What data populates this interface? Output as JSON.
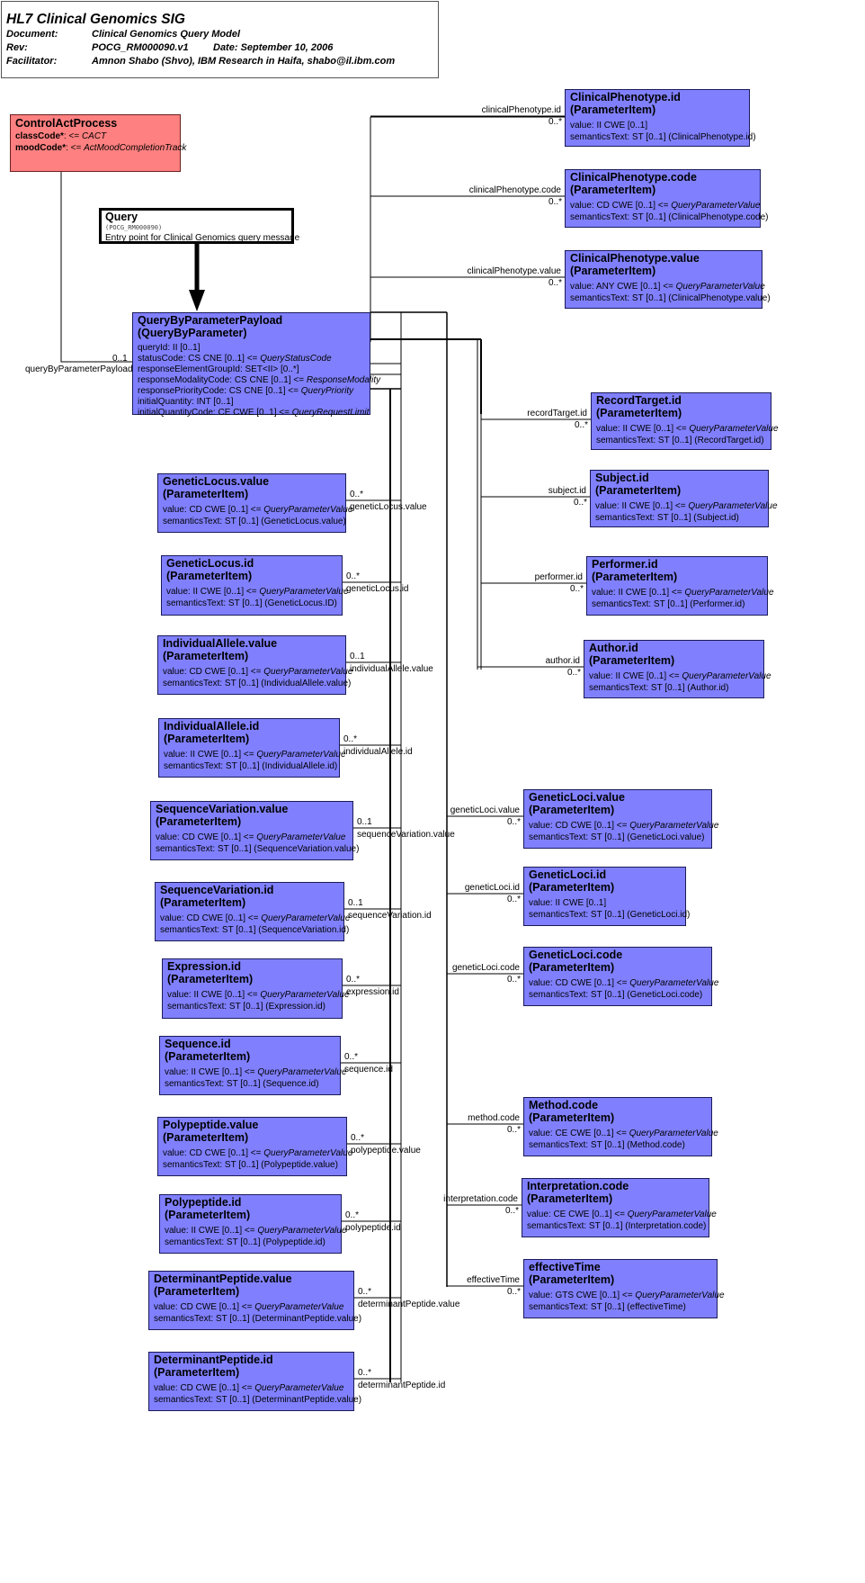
{
  "header": {
    "title": "HL7 Clinical Genomics SIG",
    "rows": [
      {
        "key": "Document:",
        "value": "Clinical Genomics Query Model",
        "key2": "",
        "value2": ""
      },
      {
        "key": "Rev:",
        "value": "POCG_RM000090.v1",
        "key2": "Date:",
        "value2": "September 10, 2006"
      },
      {
        "key": "Facilitator:",
        "value": "Amnon Shabo (Shvo),  IBM Research in Haifa,  shabo@il.ibm.com",
        "key2": "",
        "value2": ""
      }
    ]
  },
  "control_act": {
    "title": "ControlActProcess",
    "attrs": [
      {
        "name": "classCode*",
        "op": ": <= ",
        "value": "CACT"
      },
      {
        "name": "moodCode*",
        "op": ": <= ",
        "value": "ActMoodCompletionTrack"
      }
    ]
  },
  "query": {
    "title": "Query",
    "code": "(POCG_RM000090)",
    "desc": "Entry point for Clinical Genomics query message"
  },
  "payload": {
    "title1": "QueryByParameterPayload",
    "title2": "(QueryByParameter)",
    "attrs": [
      {
        "t": "queryId: II [0..1]",
        "i": ""
      },
      {
        "t": "statusCode: CS CNE [0..1] <= ",
        "i": "QueryStatusCode"
      },
      {
        "t": "responseElementGroupId: SET<II> [0..*]",
        "i": ""
      },
      {
        "t": "responseModalityCode: CS CNE [0..1] <= ",
        "i": "ResponseModality"
      },
      {
        "t": "responsePriorityCode: CS CNE [0..1] <= ",
        "i": "QueryPriority"
      },
      {
        "t": "initialQuantity: INT [0..1]",
        "i": ""
      },
      {
        "t": "initialQuantityCode: CE CWE [0..1] <= ",
        "i": "QueryRequestLimit"
      }
    ],
    "assoc_label": "queryByParameterPayload",
    "assoc_mult": "0..1"
  },
  "param_items": [
    {
      "id": "clinicalphenotype-id",
      "l": 628,
      "t": 99,
      "w": 206,
      "h": 64,
      "title1": "ClinicalPhenotype.id",
      "title2": "(ParameterItem)",
      "a1": "value: II CWE [0..1]",
      "a1i": "",
      "a2": "semanticsText: ST [0..1] (ClinicalPhenotype.id)",
      "role": "clinicalPhenotype.id",
      "mult": "0..*",
      "side": "right"
    },
    {
      "id": "clinicalphenotype-code",
      "l": 628,
      "t": 188,
      "w": 218,
      "h": 65,
      "title1": "ClinicalPhenotype.code",
      "title2": "(ParameterItem)",
      "a1": "value: CD CWE [0..1] <= ",
      "a1i": "QueryParameterValue",
      "a2": "semanticsText: ST [0..1] (ClinicalPhenotype.code)",
      "role": "clinicalPhenotype.code",
      "mult": "0..*",
      "side": "right"
    },
    {
      "id": "clinicalphenotype-value",
      "l": 628,
      "t": 278,
      "w": 220,
      "h": 65,
      "title1": "ClinicalPhenotype.value",
      "title2": "(ParameterItem)",
      "a1": "value: ANY CWE [0..1] <= ",
      "a1i": "QueryParameterValue",
      "a2": "semanticsText: ST [0..1] (ClinicalPhenotype.value)",
      "role": "clinicalPhenotype.value",
      "mult": "0..*",
      "side": "right"
    },
    {
      "id": "recordtarget-id",
      "l": 657,
      "t": 436,
      "w": 201,
      "h": 64,
      "title1": "RecordTarget.id",
      "title2": "(ParameterItem)",
      "a1": "value: II CWE [0..1] <= ",
      "a1i": "QueryParameterValue",
      "a2": "semanticsText: ST [0..1] (RecordTarget.id)",
      "role": "recordTarget.id",
      "mult": "0..*",
      "side": "right"
    },
    {
      "id": "subject-id",
      "l": 656,
      "t": 522,
      "w": 199,
      "h": 64,
      "title1": "Subject.id",
      "title2": "(ParameterItem)",
      "a1": "value: II CWE [0..1] <= ",
      "a1i": "QueryParameterValue",
      "a2": "semanticsText: ST [0..1] (Subject.id)",
      "role": "subject.id",
      "mult": "0..*",
      "side": "right"
    },
    {
      "id": "performer-id",
      "l": 652,
      "t": 618,
      "w": 202,
      "h": 66,
      "title1": "Performer.id",
      "title2": "(ParameterItem)",
      "a1": "value: II CWE [0..1] <= ",
      "a1i": "QueryParameterValue",
      "a2": "semanticsText: ST [0..1] (Performer.id)",
      "role": "performer.id",
      "mult": "0..*",
      "side": "right"
    },
    {
      "id": "author-id",
      "l": 649,
      "t": 711,
      "w": 201,
      "h": 65,
      "title1": "Author.id",
      "title2": "(ParameterItem)",
      "a1": "value: II CWE [0..1] <= ",
      "a1i": "QueryParameterValue",
      "a2": "semanticsText: ST [0..1] (Author.id)",
      "role": "author.id",
      "mult": "0..*",
      "side": "right"
    },
    {
      "id": "geneticlocus-value",
      "l": 175,
      "t": 526,
      "w": 210,
      "h": 66,
      "title1": "GeneticLocus.value",
      "title2": "(ParameterItem)",
      "a1": "value: CD CWE [0..1] <= ",
      "a1i": "QueryParameterValue",
      "a2": "semanticsText: ST [0..1] (GeneticLocus.value)",
      "role": "geneticLocus.value",
      "mult": "0..*",
      "side": "left"
    },
    {
      "id": "geneticlocus-id",
      "l": 179,
      "t": 617,
      "w": 202,
      "h": 67,
      "title1": "GeneticLocus.id",
      "title2": "(ParameterItem)",
      "a1": "value: II CWE [0..1] <= ",
      "a1i": "QueryParameterValue",
      "a2": "semanticsText: ST [0..1] (GeneticLocus.ID)",
      "role": "geneticLocus.id",
      "mult": "0..*",
      "side": "left"
    },
    {
      "id": "individualallele-value",
      "l": 175,
      "t": 706,
      "w": 210,
      "h": 66,
      "title1": "IndividualAllele.value",
      "title2": "(ParameterItem)",
      "a1": "value: CD CWE [0..1] <= ",
      "a1i": "QueryParameterValue",
      "a2": "semanticsText: ST [0..1] (IndividualAllele.value)",
      "role": "individualAllele.value",
      "mult": "0..1",
      "side": "left"
    },
    {
      "id": "individualallele-id",
      "l": 176,
      "t": 798,
      "w": 202,
      "h": 66,
      "title1": "IndividualAllele.id",
      "title2": "(ParameterItem)",
      "a1": "value: II CWE [0..1] <= ",
      "a1i": "QueryParameterValue",
      "a2": "semanticsText: ST [0..1] (IndividualAllele.id)",
      "role": "individualAllele.id",
      "mult": "0..*",
      "side": "left"
    },
    {
      "id": "sequencevariation-value",
      "l": 167,
      "t": 890,
      "w": 226,
      "h": 66,
      "title1": "SequenceVariation.value",
      "title2": "(ParameterItem)",
      "a1": "value: CD CWE [0..1] <= ",
      "a1i": "QueryParameterValue",
      "a2": "semanticsText: ST [0..1] (SequenceVariation.value)",
      "role": "sequenceVariation.value",
      "mult": "0..1",
      "side": "left"
    },
    {
      "id": "sequencevariation-id",
      "l": 172,
      "t": 980,
      "w": 211,
      "h": 66,
      "title1": "SequenceVariation.id",
      "title2": "(ParameterItem)",
      "a1": "value: CD CWE [0..1] <= ",
      "a1i": "QueryParameterValue",
      "a2": "semanticsText: ST [0..1] (SequenceVariation.id)",
      "role": "sequenceVariation.id",
      "mult": "0..1",
      "side": "left"
    },
    {
      "id": "expression-id",
      "l": 180,
      "t": 1065,
      "w": 201,
      "h": 67,
      "title1": "Expression.id",
      "title2": "(ParameterItem)",
      "a1": "value: II CWE [0..1] <= ",
      "a1i": "QueryParameterValue",
      "a2": "semanticsText: ST [0..1] (Expression.id)",
      "role": "expression.id",
      "mult": "0..*",
      "side": "left"
    },
    {
      "id": "sequence-id",
      "l": 177,
      "t": 1151,
      "w": 202,
      "h": 66,
      "title1": "Sequence.id",
      "title2": "(ParameterItem)",
      "a1": "value: II CWE [0..1] <= ",
      "a1i": "QueryParameterValue",
      "a2": "semanticsText: ST [0..1] (Sequence.id)",
      "role": "sequence.id",
      "mult": "0..*",
      "side": "left"
    },
    {
      "id": "polypeptide-value",
      "l": 175,
      "t": 1241,
      "w": 211,
      "h": 66,
      "title1": "Polypeptide.value",
      "title2": "(ParameterItem)",
      "a1": "value: CD CWE [0..1] <= ",
      "a1i": "QueryParameterValue",
      "a2": "semanticsText: ST [0..1] (Polypeptide.value)",
      "role": "polypeptide.value",
      "mult": "0..*",
      "side": "left"
    },
    {
      "id": "polypeptide-id",
      "l": 177,
      "t": 1327,
      "w": 203,
      "h": 66,
      "title1": "Polypeptide.id",
      "title2": "(ParameterItem)",
      "a1": "value: II CWE [0..1] <= ",
      "a1i": "QueryParameterValue",
      "a2": "semanticsText: ST [0..1] (Polypeptide.id)",
      "role": "polypeptide.id",
      "mult": "0..*",
      "side": "left"
    },
    {
      "id": "determinantpeptide-value",
      "l": 165,
      "t": 1412,
      "w": 229,
      "h": 66,
      "title1": "DeterminantPeptide.value",
      "title2": "(ParameterItem)",
      "a1": "value: CD CWE [0..1] <= ",
      "a1i": "QueryParameterValue",
      "a2": "semanticsText: ST [0..1] (DeterminantPeptide.value)",
      "role": "determinantPeptide.value",
      "mult": "0..*",
      "side": "left"
    },
    {
      "id": "determinantpeptide-id",
      "l": 165,
      "t": 1502,
      "w": 229,
      "h": 66,
      "title1": "DeterminantPeptide.id",
      "title2": "(ParameterItem)",
      "a1": "value: CD CWE [0..1] <= ",
      "a1i": "QueryParameterValue",
      "a2": "semanticsText: ST [0..1] (DeterminantPeptide.value)",
      "role": "determinantPeptide.id",
      "mult": "0..*",
      "side": "left"
    },
    {
      "id": "geneticloci-value",
      "l": 582,
      "t": 877,
      "w": 210,
      "h": 66,
      "title1": "GeneticLoci.value",
      "title2": "(ParameterItem)",
      "a1": "value: CD CWE [0..1] <= ",
      "a1i": "QueryParameterValue",
      "a2": "semanticsText: ST [0..1] (GeneticLoci.value)",
      "role": "geneticLoci.value",
      "mult": "0..*",
      "side": "right"
    },
    {
      "id": "geneticloci-id",
      "l": 582,
      "t": 963,
      "w": 181,
      "h": 66,
      "title1": "GeneticLoci.id",
      "title2": "(ParameterItem)",
      "a1": "value: II CWE [0..1]",
      "a1i": "",
      "a2": "semanticsText: ST [0..1] (GeneticLoci.id)",
      "role": "geneticLoci.id",
      "mult": "0..*",
      "side": "right"
    },
    {
      "id": "geneticloci-code",
      "l": 582,
      "t": 1052,
      "w": 210,
      "h": 66,
      "title1": "GeneticLoci.code",
      "title2": "(ParameterItem)",
      "a1": "value: CD CWE [0..1] <= ",
      "a1i": "QueryParameterValue",
      "a2": "semanticsText: ST [0..1] (GeneticLoci.code)",
      "role": "geneticLoci.code",
      "mult": "0..*",
      "side": "right"
    },
    {
      "id": "method-code",
      "l": 582,
      "t": 1219,
      "w": 210,
      "h": 66,
      "title1": "Method.code",
      "title2": "(ParameterItem)",
      "a1": "value: CE CWE [0..1] <= ",
      "a1i": "QueryParameterValue",
      "a2": "semanticsText: ST [0..1] (Method.code)",
      "role": "method.code",
      "mult": "0..*",
      "side": "right"
    },
    {
      "id": "interpretation-code",
      "l": 580,
      "t": 1309,
      "w": 209,
      "h": 66,
      "title1": "Interpretation.code",
      "title2": "(ParameterItem)",
      "a1": "value: CE CWE [0..1] <= ",
      "a1i": "QueryParameterValue",
      "a2": "semanticsText: ST [0..1] (Interpretation.code)",
      "role": "interpretation.code",
      "mult": "0..*",
      "side": "right"
    },
    {
      "id": "effectivetime",
      "l": 582,
      "t": 1399,
      "w": 216,
      "h": 66,
      "title1": "effectiveTime",
      "title2": "(ParameterItem)",
      "a1": "value: GTS CWE [0..1] <= ",
      "a1i": "QueryParameterValue",
      "a2": "semanticsText: ST [0..1] (effectiveTime)",
      "role": "effectiveTime",
      "mult": "0..*",
      "side": "right"
    }
  ]
}
